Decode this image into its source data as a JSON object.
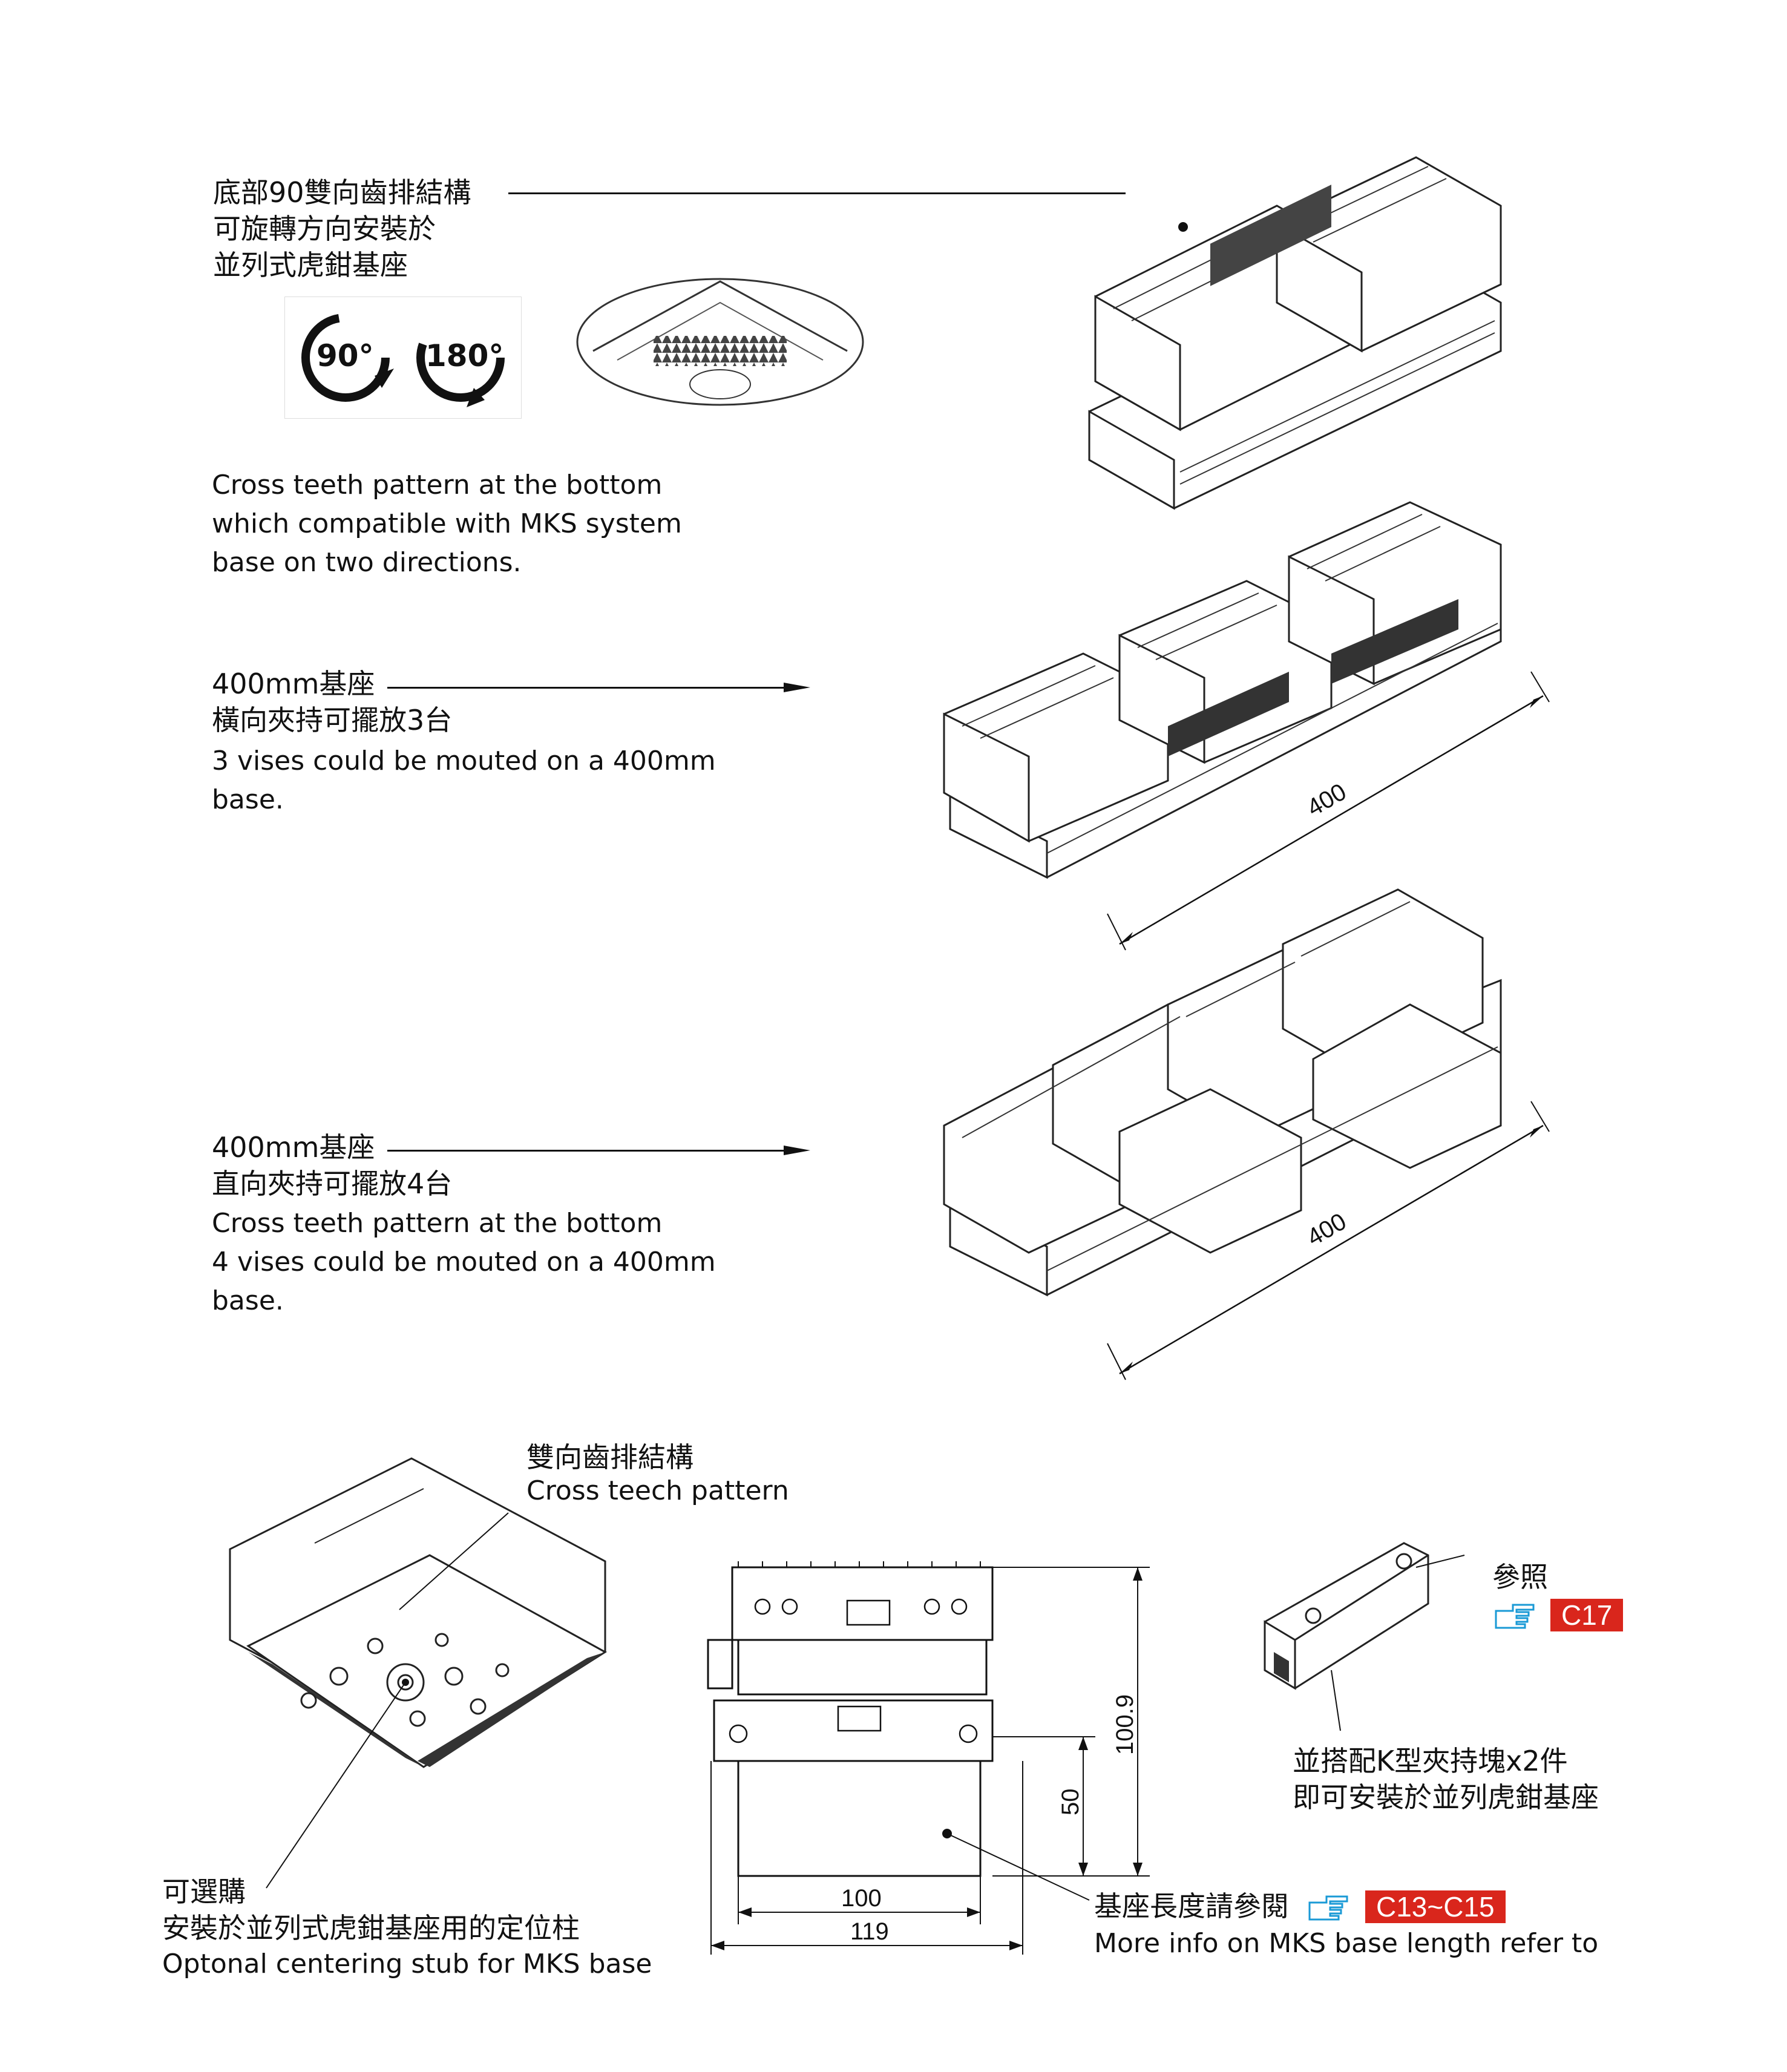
{
  "sections": {
    "cross_teeth": {
      "zh_lines": [
        "底部90雙向齒排結構",
        "可旋轉方向安裝於",
        "並列式虎鉗基座"
      ],
      "rotation_badges": [
        "90°",
        "180°"
      ],
      "en_lines": [
        "Cross teeth pattern at the bottom",
        "which compatible with MKS system",
        "base on two directions."
      ]
    },
    "three_vises": {
      "zh_lines": [
        "400mm基座",
        "橫向夾持可擺放3台"
      ],
      "en_lines": [
        "3 vises could be mouted on a 400mm",
        "base."
      ],
      "dimension": "400"
    },
    "four_vises": {
      "zh_lines": [
        "400mm基座",
        "直向夾持可擺放4台"
      ],
      "en_lines": [
        "Cross teeth pattern at the bottom",
        "4 vises could be mouted on a 400mm",
        "base."
      ],
      "dimension": "400"
    },
    "bottom_view": {
      "callout_zh": "雙向齒排結構",
      "callout_en": "Cross teech pattern",
      "option_zh_1": "可選購",
      "option_zh_2": "安裝於並列式虎鉗基座用的定位柱",
      "option_en": "Optonal centering stub for MKS base"
    },
    "drawing": {
      "dims": [
        "100.9",
        "50",
        "100",
        "119"
      ],
      "base_note_zh": "基座長度請參閱",
      "base_ref": "C13~C15",
      "base_note_en": "More info on MKS base length refer to"
    },
    "clamp": {
      "ref_zh": "參照",
      "ref_code": "C17",
      "note_zh_1": "並搭配K型夾持塊x2件",
      "note_zh_2": "即可安裝於並列虎鉗基座"
    }
  },
  "colors": {
    "accent": "#d9261c",
    "link_blue": "#1a9ad6",
    "ink": "#111111"
  },
  "icons": [
    "rotate-90-icon",
    "rotate-180-icon",
    "pointing-hand-icon"
  ]
}
